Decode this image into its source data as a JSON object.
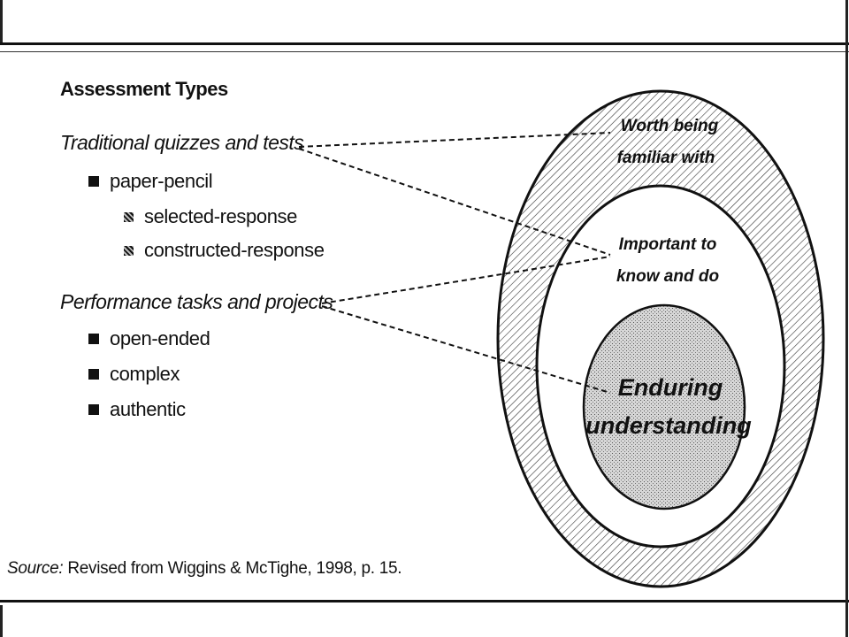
{
  "heading": "Assessment Types",
  "groups": [
    {
      "label": "Traditional quizzes and tests",
      "items": [
        {
          "label": "paper-pencil",
          "level": 1
        },
        {
          "label": "selected-response",
          "level": 2
        },
        {
          "label": "constructed-response",
          "level": 2
        }
      ]
    },
    {
      "label": "Performance tasks and projects",
      "items": [
        {
          "label": "open-ended",
          "level": 1
        },
        {
          "label": "complex",
          "level": 1
        },
        {
          "label": "authentic",
          "level": 1
        }
      ]
    }
  ],
  "zones": {
    "outer": {
      "line1": "Worth being",
      "line2": "familiar with"
    },
    "middle": {
      "line1": "Important to",
      "line2": "know and do"
    },
    "inner": {
      "line1": "Enduring",
      "line2": "understanding"
    }
  },
  "source": {
    "lead": "Source:",
    "text": " Revised from Wiggins & McTighe, 1998, p. 15."
  }
}
